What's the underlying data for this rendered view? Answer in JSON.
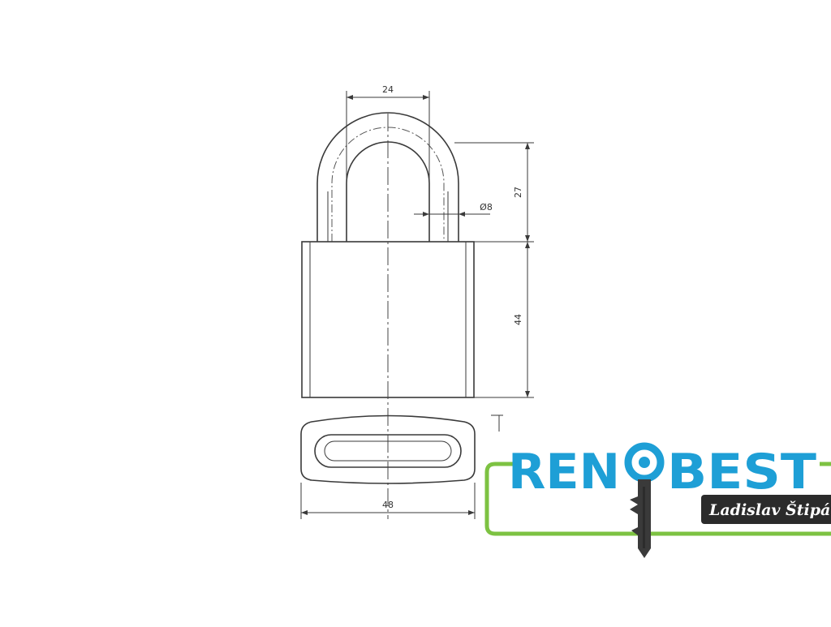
{
  "drawing": {
    "dimensions": {
      "shackle_width": "24",
      "shackle_diameter": "Ø8",
      "shackle_height": "27",
      "body_height": "44",
      "body_width": "48"
    }
  },
  "logo": {
    "brand_left": "REN",
    "brand_right": "BEST",
    "owner_name": "Ladislav Štipán",
    "colors": {
      "brand_blue": "#1e9fd6",
      "frame_green": "#7dc242",
      "tag_dark": "#2b2b2b",
      "key_dark": "#3a3a3a"
    }
  }
}
